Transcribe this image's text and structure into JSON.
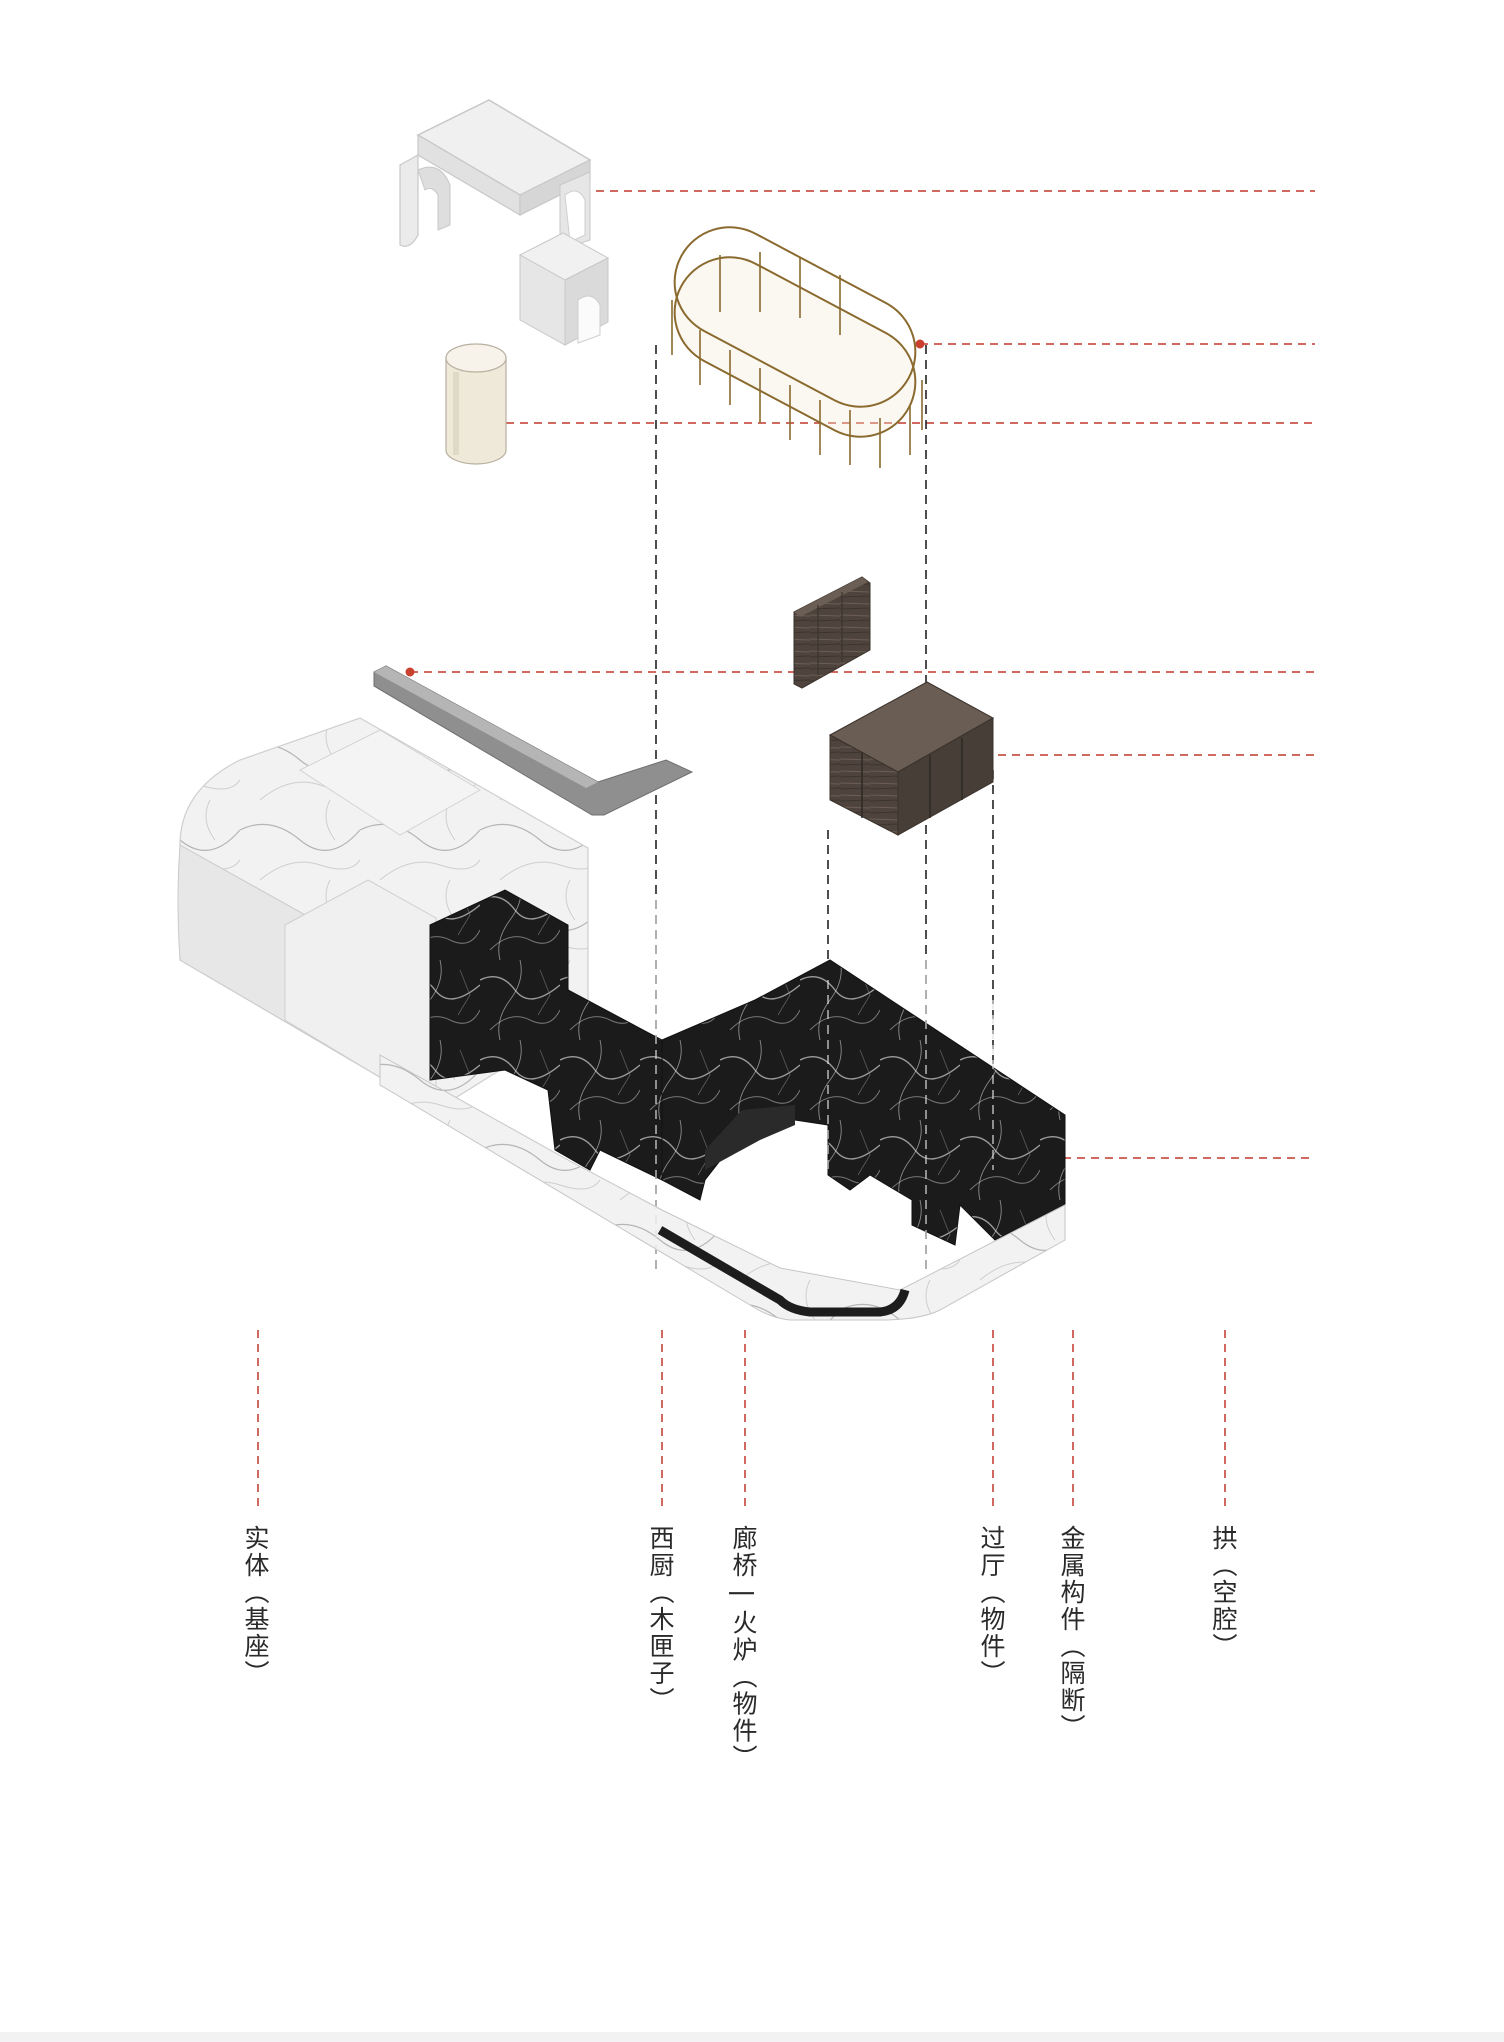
{
  "diagram": {
    "colors": {
      "leader": "#c0392b",
      "dot": "#c9412e",
      "projection": "#222222",
      "marble_light": "#e9e9e9",
      "marble_dark": "#1d1d1d",
      "wood": "#4e443d",
      "metal_frame": "#8a6a2e",
      "cylinder": "#efe9da"
    },
    "labels": [
      {
        "id": "base",
        "text": "实体（基座）"
      },
      {
        "id": "west-kitchen",
        "text": "西厨（木匣子）"
      },
      {
        "id": "corridor-fireplace",
        "text": "廊桥 | 火炉（物件）"
      },
      {
        "id": "foyer",
        "text": "过厅（物件）"
      },
      {
        "id": "metal-partition",
        "text": "金属构件（隔断）"
      },
      {
        "id": "arch",
        "text": "拱（空腔）"
      }
    ]
  }
}
